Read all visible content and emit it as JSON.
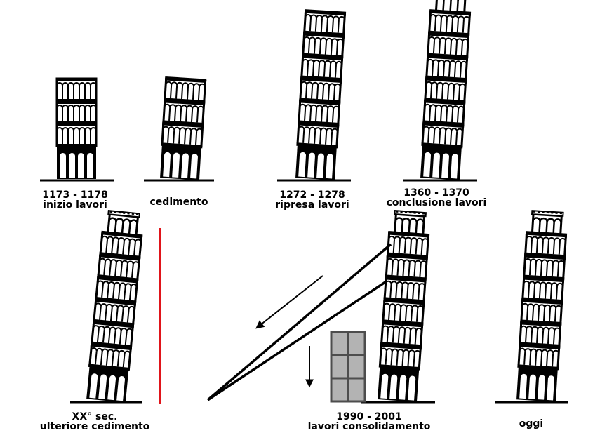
{
  "stages": [
    {
      "id": "s1",
      "line1": "1173 - 1178",
      "line2": "inizio lavori",
      "floors": 3,
      "belfry": false,
      "tilt": 0
    },
    {
      "id": "s2",
      "line1": "cedimento",
      "line2": "",
      "floors": 3,
      "belfry": false,
      "tilt": 3.5
    },
    {
      "id": "s3",
      "line1": "1272 - 1278",
      "line2": "ripresa lavori",
      "floors": 6,
      "belfry": false,
      "tilt": 3.5
    },
    {
      "id": "s4",
      "line1": "1360 - 1370",
      "line2": "conclusione lavori",
      "floors": 6,
      "belfry": true,
      "tilt": 3.5
    },
    {
      "id": "s5",
      "line1": "XX° sec.",
      "line2": "ulteriore cedimento",
      "floors": 6,
      "belfry": true,
      "tilt": 5.5
    },
    {
      "id": "s6",
      "line1": "1990 - 2001",
      "line2": "lavori consolidamento",
      "floors": 6,
      "belfry": true,
      "tilt": 4.0
    },
    {
      "id": "s7",
      "line1": "oggi",
      "line2": "",
      "floors": 6,
      "belfry": true,
      "tilt": 3.5
    }
  ],
  "colors": {
    "tower": "#000000",
    "plumb_line": "#e0141a",
    "counterweight_fill": "#b3b3b3",
    "counterweight_stroke": "#4d4d4d"
  }
}
